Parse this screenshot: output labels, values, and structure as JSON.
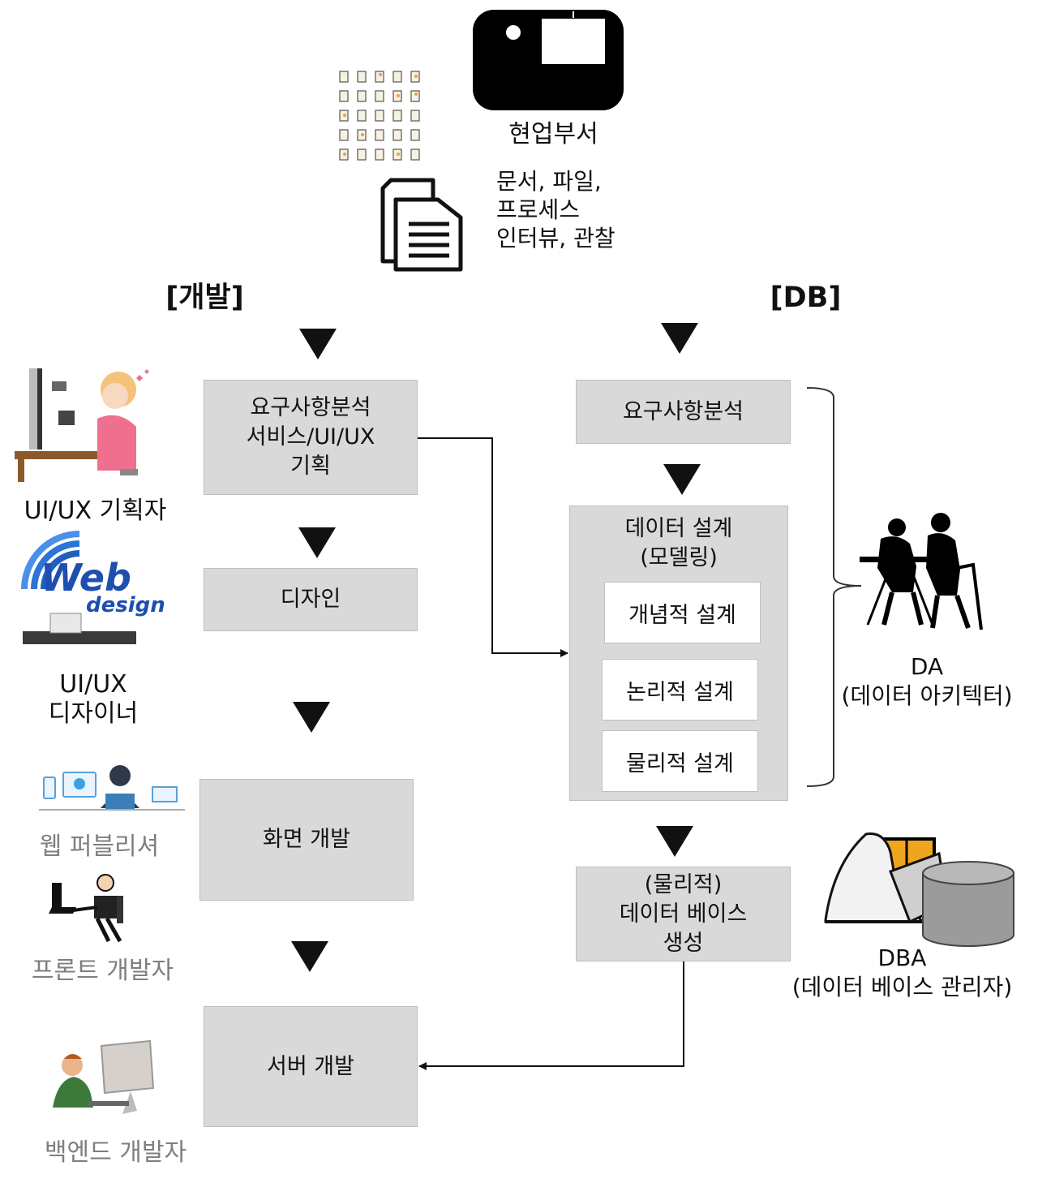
{
  "top": {
    "dept_label": "현업부서",
    "sources_text": "문서, 파일,\n프로세스\n인터뷰, 관찰"
  },
  "dev": {
    "header": "[개발]",
    "boxes": {
      "req": "요구사항분석\n서비스/UI/UX\n기획",
      "design": "디자인",
      "screen": "화면 개발",
      "server": "서버 개발"
    },
    "roles": {
      "planner": "UI/UX 기획자",
      "designer": "UI/UX\n디자이너",
      "publisher": "웹 퍼블리셔",
      "frontend": "프론트 개발자",
      "backend": "백엔드 개발자"
    },
    "web_logo_text": "Web design"
  },
  "db": {
    "header": "[DB]",
    "boxes": {
      "req": "요구사항분석",
      "modeling_title": "데이터 설계\n(모델링)",
      "conceptual": "개념적 설계",
      "logical": "논리적 설계",
      "physical": "물리적 설계",
      "create": "(물리적)\n데이터 베이스\n생성"
    },
    "roles": {
      "da": "DA\n(데이터 아키텍터)",
      "dba": "DBA\n(데이터 베이스 관리자)"
    }
  },
  "colors": {
    "box_fill": "#d9d9d9",
    "box_border": "#bfbfbf",
    "arrow": "#111111",
    "role_gray": "#7f7f7f"
  }
}
